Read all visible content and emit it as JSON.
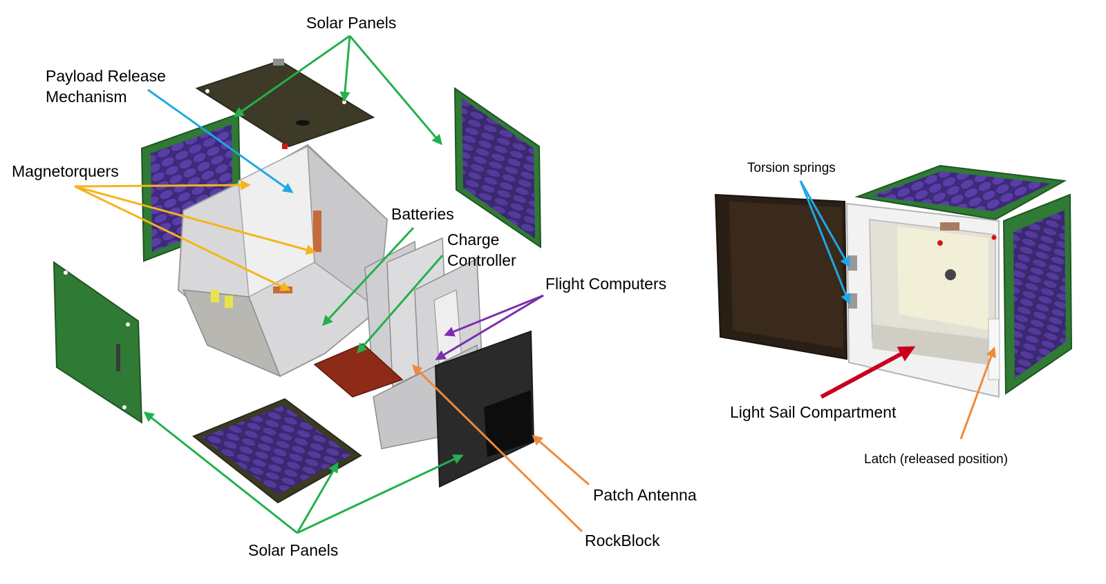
{
  "labels": {
    "solar_panels_top": "Solar Panels",
    "payload_release": "Payload Release\nMechanism",
    "magnetorquers": "Magnetorquers",
    "batteries": "Batteries",
    "charge_controller": "Charge\nController",
    "flight_computers": "Flight Computers",
    "patch_antenna": "Patch Antenna",
    "rockblock": "RockBlock",
    "solar_panels_bottom": "Solar Panels",
    "torsion_springs": "Torsion springs",
    "light_sail": "Light Sail Compartment",
    "latch": "Latch (released position)"
  },
  "colors": {
    "green_arrow": "#22b14c",
    "blue_arrow": "#1ea8e6",
    "yellow_arrow": "#f5b41a",
    "purple_arrow": "#7b2fae",
    "orange_arrow": "#ef8a3a",
    "red_arrow": "#c8001e",
    "pcb_green": "#2f7a34",
    "solar_cell": "#3e2a7a",
    "frame_white": "#e9e9ea",
    "dark_panel": "#3b3a2a",
    "copper_board": "#8e2a18"
  }
}
